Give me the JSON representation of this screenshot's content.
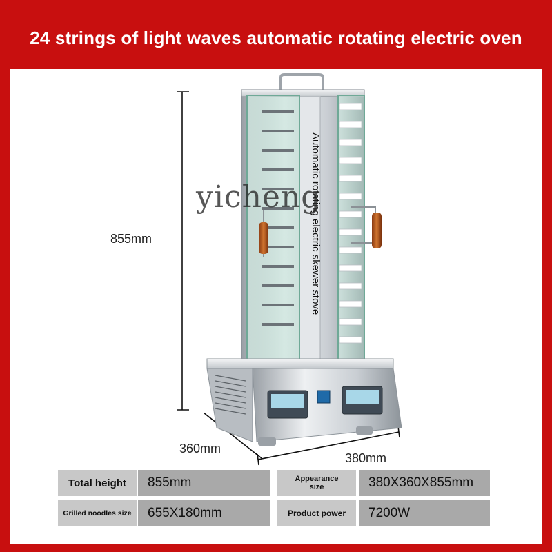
{
  "header": {
    "title": "24 strings of light waves automatic rotating electric oven"
  },
  "product_image": {
    "watermark": "yicheng",
    "vertical_label": "Automatic rotating electric skewer stove",
    "dimensions": {
      "height": "855mm",
      "depth": "360mm",
      "width": "380mm"
    }
  },
  "specs": {
    "total_height_label": "Total height",
    "total_height_value": "855mm",
    "appearance_size_label": "Appearance size",
    "appearance_size_value": "380X360X855mm",
    "grilled_noodles_label": "Grilled noodles size",
    "grilled_noodles_value": "655X180mm",
    "product_power_label": "Product power",
    "product_power_value": "7200W"
  },
  "colors": {
    "brand_red": "#c80f0f",
    "label_gray": "#c8c8c8",
    "value_gray": "#a9a9a9"
  }
}
